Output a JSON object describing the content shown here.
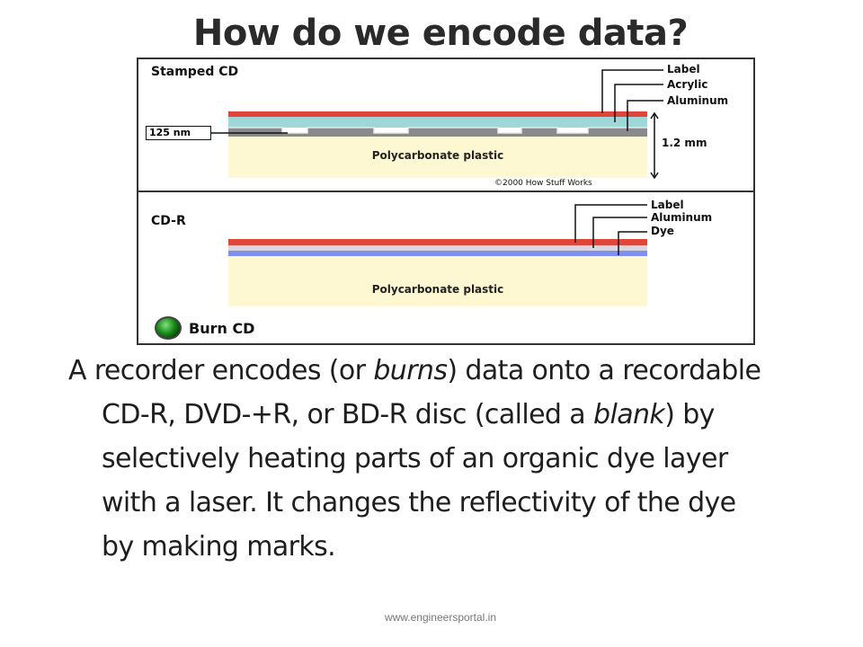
{
  "slide": {
    "title": "How do we encode data?",
    "footer": "www.engineersportal.in"
  },
  "stamped": {
    "title": "Stamped CD",
    "layer_labels": [
      "Label",
      "Acrylic",
      "Aluminum"
    ],
    "pit_depth": "125 nm",
    "thickness": "1.2 mm",
    "substrate": "Polycarbonate plastic",
    "copyright": "©2000 How Stuff Works"
  },
  "cdr": {
    "title": "CD-R",
    "layer_labels": [
      "Label",
      "Aluminum",
      "Dye"
    ],
    "substrate": "Polycarbonate plastic",
    "burn_label": "Burn CD"
  },
  "colors": {
    "label_layer": "#e0453a",
    "acrylic": "#9fd7d8",
    "aluminum": "#8a8a8a",
    "dye": "#7f8ff0",
    "plastic": "#fdf8d2",
    "burn_button": "#1a8a1a"
  },
  "body": {
    "l1_a": "A recorder encodes (or ",
    "l1_b": "burns",
    "l1_c": ") data onto a recordable CD-R, DVD-+R, or BD-R disc (called a ",
    "l1_d": "blank",
    "l1_e": ") by selectively heating parts of an organic dye layer with a laser. It changes the reflectivity of the dye by making marks."
  }
}
